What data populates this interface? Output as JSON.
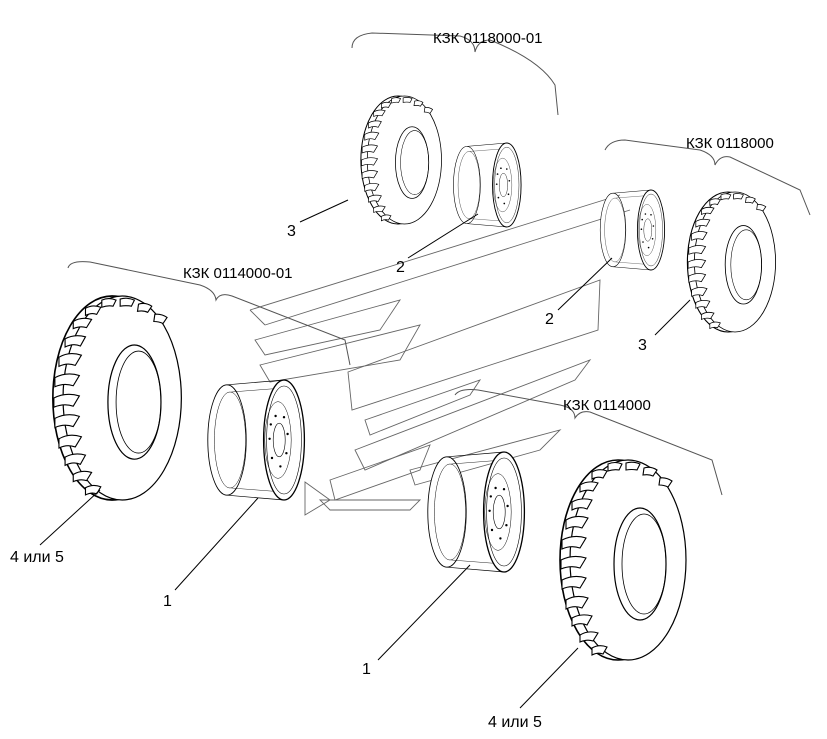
{
  "groups": {
    "g1": {
      "code": "КЗК 0118000-01"
    },
    "g2": {
      "code": "КЗК 0118000"
    },
    "g3": {
      "code": "КЗК 0114000-01"
    },
    "g4": {
      "code": "КЗК 0114000"
    }
  },
  "callouts": {
    "c_3a": "3",
    "c_2a": "2",
    "c_2b": "2",
    "c_3b": "3",
    "c_4a": "4 или 5",
    "c_1a": "1",
    "c_1b": "1",
    "c_4b": "4 или 5"
  },
  "parts": {
    "tire": "tire",
    "rim": "rim"
  }
}
